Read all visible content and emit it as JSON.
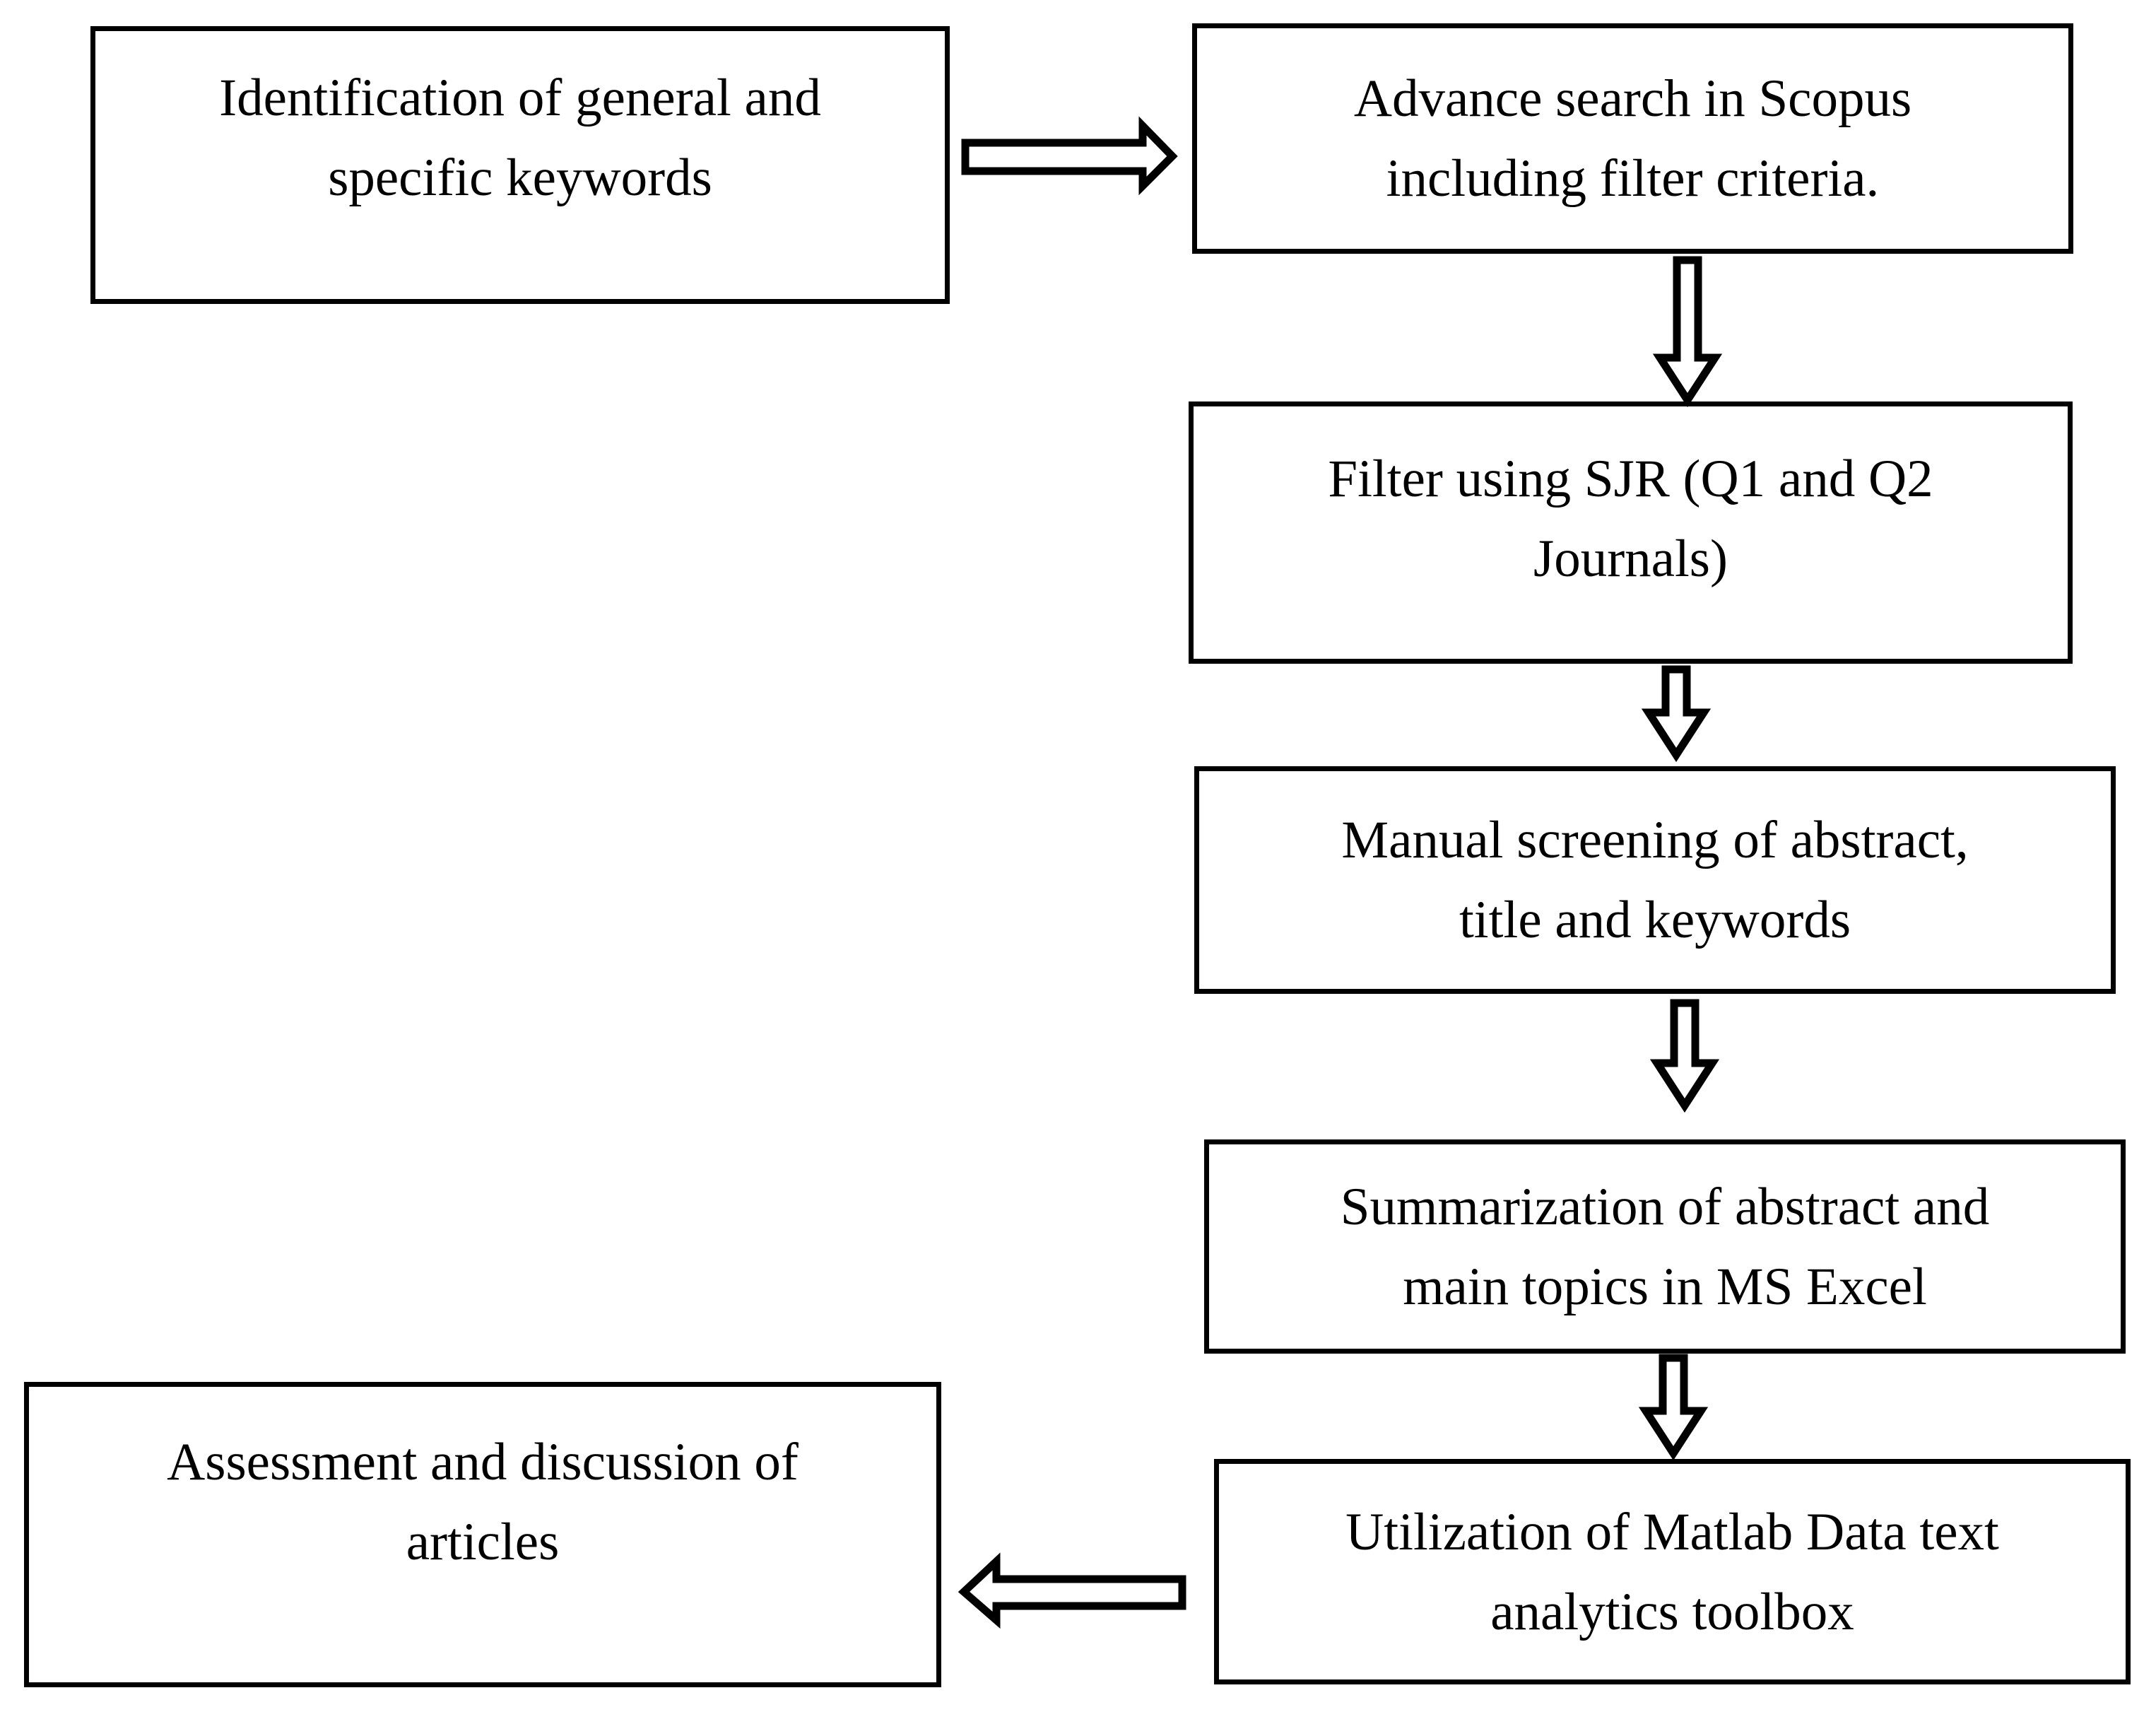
{
  "colors": {
    "ink": "#000000",
    "paper": "#ffffff"
  },
  "flowchart": {
    "boxes": [
      {
        "name": "identification-keywords",
        "line1": "Identification of general and",
        "line2": "specific keywords"
      },
      {
        "name": "advance-search-scopus",
        "line1": "Advance search in Scopus",
        "line2": "including filter criteria."
      },
      {
        "name": "filter-sjr",
        "line1": "Filter using SJR (Q1 and Q2",
        "line2": "Journals)"
      },
      {
        "name": "manual-screening",
        "line1": "Manual screening of abstract,",
        "line2": "title and keywords"
      },
      {
        "name": "summarization-excel",
        "line1": "Summarization of abstract and",
        "line2": "main topics in MS Excel"
      },
      {
        "name": "matlab-toolbox",
        "line1": "Utilization of Matlab Data text",
        "line2": "analytics toolbox"
      },
      {
        "name": "assessment-discussion",
        "line1": "Assessment and discussion of",
        "line2": "articles"
      }
    ],
    "arrows": [
      {
        "name": "arrow-right",
        "direction": "right",
        "from": "identification-keywords",
        "to": "advance-search-scopus"
      },
      {
        "name": "arrow-down-1",
        "direction": "down",
        "from": "advance-search-scopus",
        "to": "filter-sjr"
      },
      {
        "name": "arrow-down-2",
        "direction": "down",
        "from": "filter-sjr",
        "to": "manual-screening"
      },
      {
        "name": "arrow-down-3",
        "direction": "down",
        "from": "manual-screening",
        "to": "summarization-excel"
      },
      {
        "name": "arrow-down-4",
        "direction": "down",
        "from": "summarization-excel",
        "to": "matlab-toolbox"
      },
      {
        "name": "arrow-left",
        "direction": "left",
        "from": "matlab-toolbox",
        "to": "assessment-discussion"
      }
    ]
  }
}
